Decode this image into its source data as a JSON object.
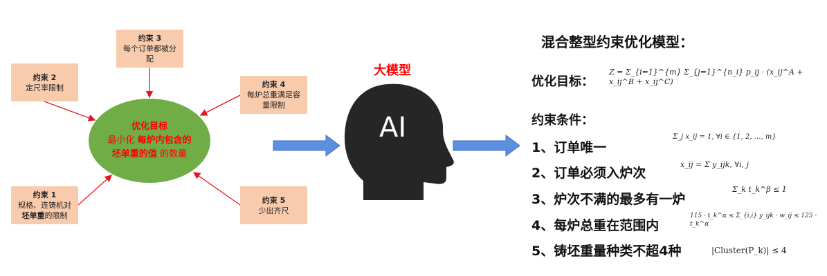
{
  "constraints_diagram": {
    "c1": {
      "title": "约束 1",
      "line1": "规格、连铸机对",
      "line2_bold": "坯单重",
      "line2": "的限制"
    },
    "c2": {
      "title": "约束 2",
      "text": "定尺率限制"
    },
    "c3": {
      "title": "约束 3",
      "text": "每个订单都被分配"
    },
    "c4": {
      "title": "约束 4",
      "text": "每炉总重满足容量限制"
    },
    "c5": {
      "title": "约束 5",
      "text": "少出齐尺"
    },
    "objective": {
      "title": "优化目标",
      "l1a": "最小化 ",
      "l1b": "每炉内包含的",
      "l2a": "坯单重的值",
      "l2b": " 的数量"
    }
  },
  "model": {
    "label": "大模型",
    "icon_text": "AI"
  },
  "right": {
    "title": "混合整型约束优化模型：",
    "objective_label": "优化目标：",
    "objective_formula": "Z = Σ_{i=1}^{m} Σ_{j=1}^{n_i} p_ij · (x_ij^A + x_ij^B + x_ij^C)",
    "constraints_label": "约束条件：",
    "constraints": [
      {
        "label": "1、订单唯一",
        "formula": "Σ_j x_ij = 1,   ∀i ∈ {1, 2, …, m}"
      },
      {
        "label": "2、订单必须入炉次",
        "formula": "x_ij = Σ y_ijk,   ∀i, j"
      },
      {
        "label": "3、炉次不满的最多有一炉",
        "formula": "Σ_k t_k^β ≤ 1"
      },
      {
        "label": "4、每炉总重在范围内",
        "formula": "115 · t_k^α ≤ Σ_{i,i} y_ijk · w_ij ≤ 125 · t_k^α"
      },
      {
        "label": "5、铸坯重量种类不超4种",
        "formula": "|Cluster(P_k)| ≤ 4"
      }
    ]
  }
}
